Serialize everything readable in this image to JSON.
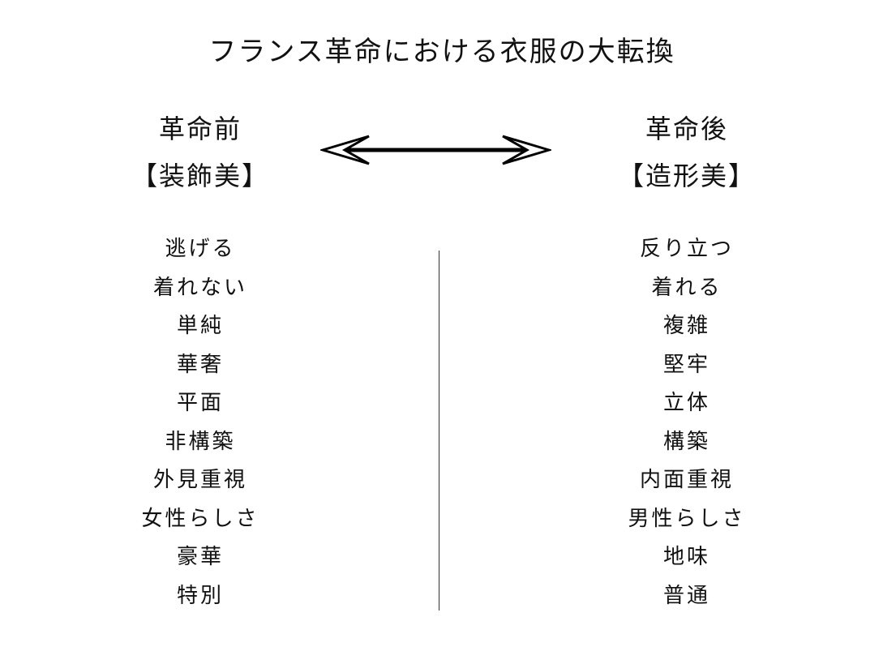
{
  "title": "フランス革命における衣服の大転換",
  "before": {
    "label": "革命前",
    "category": "【装飾美】",
    "items": [
      "逃げる",
      "着れない",
      "単純",
      "華奢",
      "平面",
      "非構築",
      "外見重視",
      "女性らしさ",
      "豪華",
      "特別"
    ]
  },
  "after": {
    "label": "革命後",
    "category": "【造形美】",
    "items": [
      "反り立つ",
      "着れる",
      "複雑",
      "堅牢",
      "立体",
      "構築",
      "内面重視",
      "男性らしさ",
      "地味",
      "普通"
    ]
  },
  "icons": {
    "arrow": "double-headed-arrow-icon"
  }
}
